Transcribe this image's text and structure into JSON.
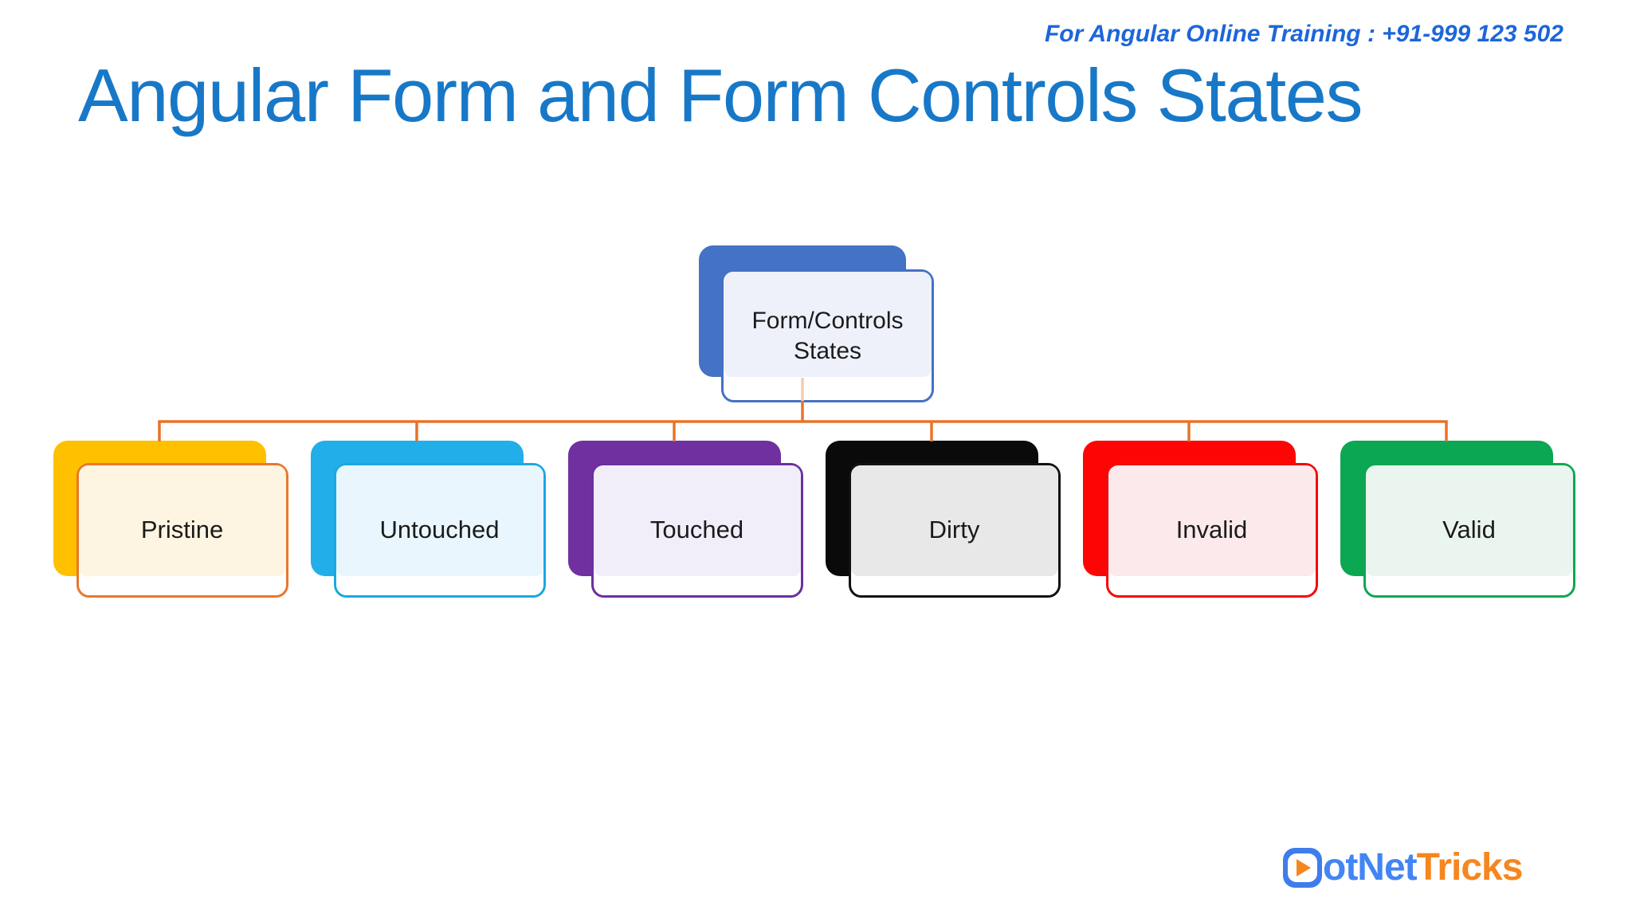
{
  "page": {
    "background": "#FFFFFF"
  },
  "header": {
    "training_note": "For Angular Online Training : +91-999 123 502",
    "training_note_color": "#1C66D9",
    "title": "Angular Form and Form Controls States",
    "title_color": "#1878C8"
  },
  "diagram": {
    "connector_color": "#E8732A",
    "root": {
      "label": "Form/Controls States",
      "back_color": "#4472C4",
      "border_color": "#4472C4",
      "tint_color": "#EEF1FA"
    },
    "children": [
      {
        "label": "Pristine",
        "back_color": "#FFC000",
        "border_color": "#E8772E",
        "tint_color": "#FDF5E1"
      },
      {
        "label": "Untouched",
        "back_color": "#22AEE8",
        "border_color": "#1BA7E3",
        "tint_color": "#E9F6FD"
      },
      {
        "label": "Touched",
        "back_color": "#7030A0",
        "border_color": "#6B2FA0",
        "tint_color": "#F2EEF9"
      },
      {
        "label": "Dirty",
        "back_color": "#0A0A0A",
        "border_color": "#111111",
        "tint_color": "#E8E8E8"
      },
      {
        "label": "Invalid",
        "back_color": "#FE0505",
        "border_color": "#F40A0A",
        "tint_color": "#FBE9EB"
      },
      {
        "label": "Valid",
        "back_color": "#0CA752",
        "border_color": "#0CA752",
        "tint_color": "#EBF5EF"
      }
    ],
    "label_color": "#1B1B1B"
  },
  "footer": {
    "logo": {
      "icon": "play-icon",
      "part1": "otNet",
      "part2": "Tricks",
      "blue": "#4285F4",
      "orange": "#F6861F",
      "badge_blue": "#3F7DEB"
    }
  }
}
